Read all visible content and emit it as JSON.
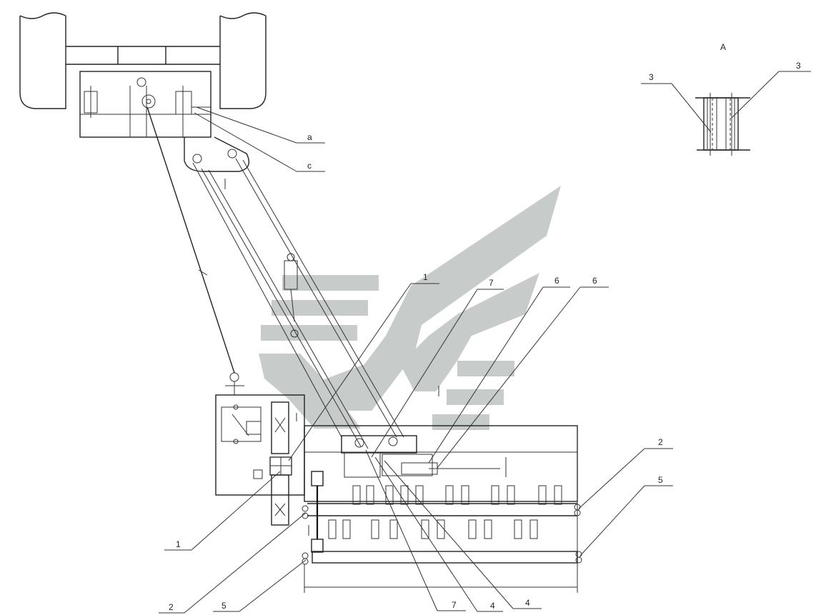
{
  "view_label": "A",
  "callouts": {
    "a": "a",
    "c": "c",
    "n1_top": "1",
    "n7_top": "7",
    "n6_a": "6",
    "n6_b": "6",
    "n2_right": "2",
    "n5_right": "5",
    "n1_bottom": "1",
    "n2_bottom": "2",
    "n5_bottom": "5",
    "n7_bottom": "7",
    "n4_a": "4",
    "n4_b": "4",
    "n3_left": "3",
    "n3_right": "3"
  },
  "colors": {
    "line": "#222222",
    "watermark": "#c7ccca",
    "background": "#ffffff"
  }
}
